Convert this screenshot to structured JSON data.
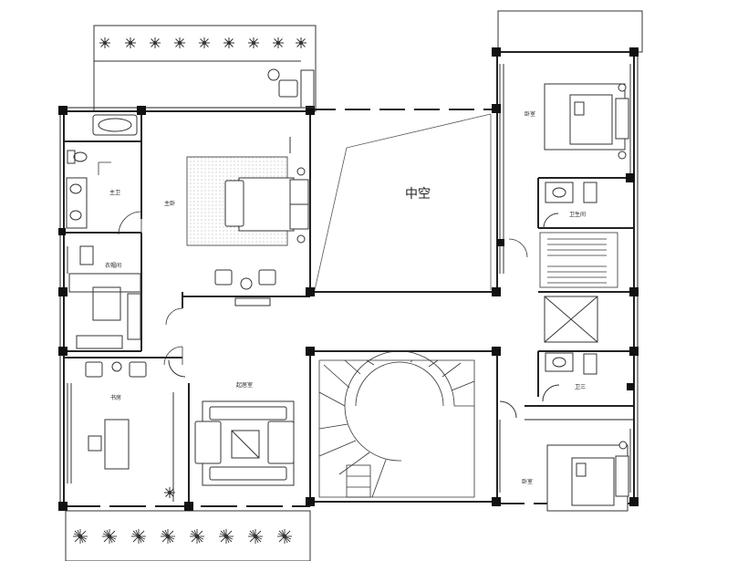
{
  "rooms": {
    "void": "中空",
    "master_bath": "主卫",
    "master_bedroom": "主卧",
    "cloakroom": "衣帽间",
    "study": "书房",
    "lounge": "起居室",
    "bedroom_ne": "卧室",
    "bath_ne": "卫生间",
    "bath_e": "卫三",
    "bedroom_se": "卧室"
  },
  "colors": {
    "line": "#222222",
    "column": "#111111",
    "carpet_dot": "#999999"
  },
  "icons": [
    "plant-icon",
    "tree-icon"
  ]
}
